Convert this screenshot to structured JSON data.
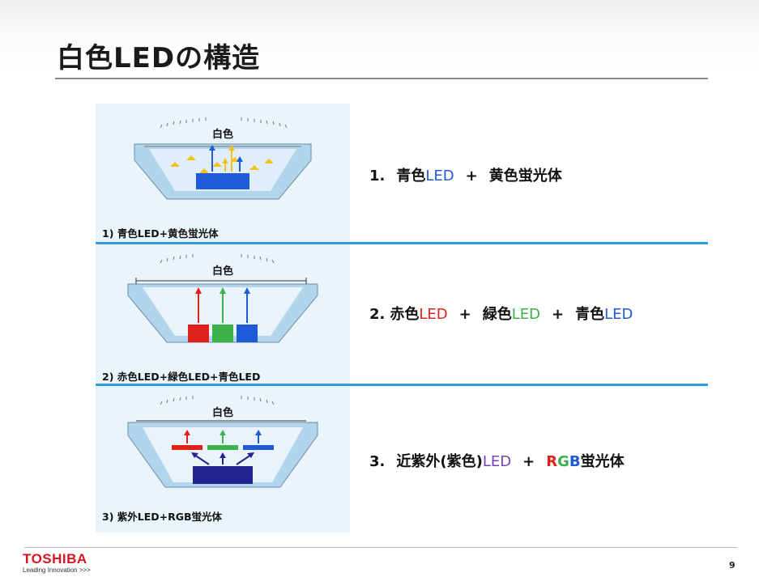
{
  "slide": {
    "title": "白色LEDの構造",
    "page_number": "9"
  },
  "sections": [
    {
      "caption": "1) 青色LED+黄色蛍光体",
      "diagram_label": "白色",
      "formula": [
        {
          "text": "1.",
          "color": "#111111"
        },
        {
          "text": "青色",
          "color": "#111111"
        },
        {
          "text": "LED",
          "color": "#1f5bd6"
        },
        {
          "text": "+",
          "color": "#111111",
          "op": true
        },
        {
          "text": "黄色蛍光体",
          "color": "#111111"
        }
      ]
    },
    {
      "caption": "2) 赤色LED+緑色LED+青色LED",
      "diagram_label": "白色",
      "formula": [
        {
          "text": "2.",
          "color": "#111111"
        },
        {
          "text": "赤色",
          "color": "#111111"
        },
        {
          "text": "LED",
          "color": "#e0201b"
        },
        {
          "text": "+",
          "color": "#111111",
          "op": true
        },
        {
          "text": "緑色",
          "color": "#111111"
        },
        {
          "text": "LED",
          "color": "#3bb34a"
        },
        {
          "text": "+",
          "color": "#111111",
          "op": true
        },
        {
          "text": "青色",
          "color": "#111111"
        },
        {
          "text": "LED",
          "color": "#1f5bd6"
        }
      ]
    },
    {
      "caption": "3) 紫外LED+RGB蛍光体",
      "diagram_label": "白色",
      "formula": [
        {
          "text": "3.",
          "color": "#111111"
        },
        {
          "text": "近紫外(紫色)",
          "color": "#111111"
        },
        {
          "text": "LED",
          "color": "#7b3fb8"
        },
        {
          "text": "+",
          "color": "#111111",
          "op": true
        },
        {
          "text": "R",
          "color": "#e0201b"
        },
        {
          "text": "G",
          "color": "#3bb34a"
        },
        {
          "text": "B",
          "color": "#1f5bd6"
        },
        {
          "text": "蛍光体",
          "color": "#111111"
        }
      ]
    }
  ],
  "footer": {
    "brand": "TOSHIBA",
    "tagline": "Leading Innovation >>>"
  },
  "colors": {
    "blue_led": "#1f5bd6",
    "red_led": "#e0201b",
    "green_led": "#3bb34a",
    "violet_led": "#23238f",
    "yellow_phosphor": "#f2c21b",
    "separator": "#2e9be6",
    "brand_red": "#d7151f"
  }
}
